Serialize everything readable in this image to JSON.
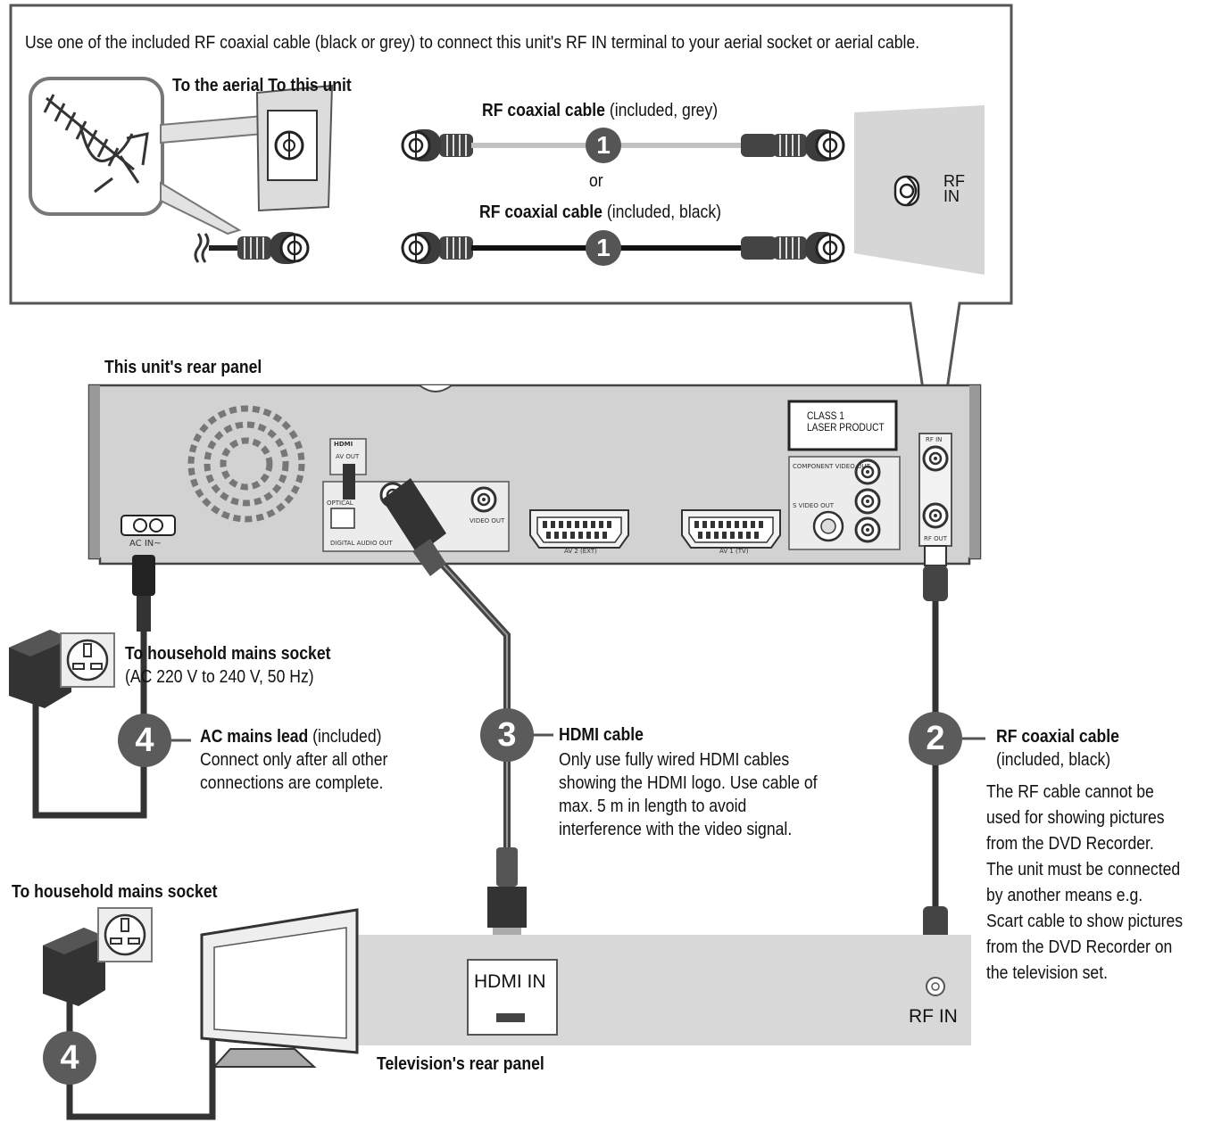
{
  "intro": "Use one of the included RF coaxial cable (black or grey) to connect this unit's RF IN terminal to your aerial socket or aerial cable.",
  "aerial_label": "To the aerial To this unit",
  "rf_grey": {
    "name": "RF coaxial cable",
    "note": "(included, grey)",
    "step": "1"
  },
  "or_text": "or",
  "rf_black": {
    "name": "RF coaxial cable",
    "note": "(included, black)",
    "step": "1"
  },
  "rf_in_inset": {
    "line1": "RF",
    "line2": "IN"
  },
  "rear_panel_label": "This unit's rear panel",
  "laser": {
    "line1": "CLASS 1",
    "line2": "LASER PRODUCT"
  },
  "panel_labels": {
    "ac_in": "AC IN~",
    "hdmi_logo": "HDMI",
    "av_out": "AV OUT",
    "optical": "OPTICAL",
    "digital_audio_out": "DIGITAL AUDIO OUT",
    "video_out": "VIDEO OUT",
    "av2": "AV 2 (EXT)",
    "av1": "AV 1 (TV)",
    "component": "COMPONENT VIDEO OUT",
    "s_video": "S VIDEO OUT",
    "rf_in_small": "RF IN",
    "rf_out_small": "RF OUT"
  },
  "mains1": {
    "title": "To household mains socket",
    "sub": "(AC 220 V to 240 V, 50 Hz)"
  },
  "step4a": {
    "num": "4",
    "title": "AC mains lead",
    "note": "(included)",
    "line1": "Connect only after all other",
    "line2": "connections are complete."
  },
  "step3": {
    "num": "3",
    "title": "HDMI cable",
    "line1": "Only use fully wired HDMI cables",
    "line2": "showing the HDMI logo. Use cable of",
    "line3": "max. 5 m in length to avoid",
    "line4": "interference with the video signal."
  },
  "step2": {
    "num": "2",
    "title": "RF coaxial cable",
    "note": "(included, black)",
    "desc": [
      "The RF cable cannot be",
      "used for showing pictures",
      "from the DVD Recorder.",
      "The unit must be connected",
      "by another means e.g.",
      "Scart cable to show pictures",
      "from the DVD Recorder on",
      "the television set."
    ]
  },
  "mains2": {
    "title": "To household mains socket"
  },
  "step4b": {
    "num": "4"
  },
  "tv": {
    "hdmi_in": "HDMI IN",
    "rf_in": "RF IN",
    "rear_panel_label": "Television's rear panel"
  },
  "colors": {
    "panel": "#dcdcdc",
    "dark": "#3a3a3a",
    "grey_cable": "#c2c2c2",
    "badge": "#5b5b5b"
  }
}
